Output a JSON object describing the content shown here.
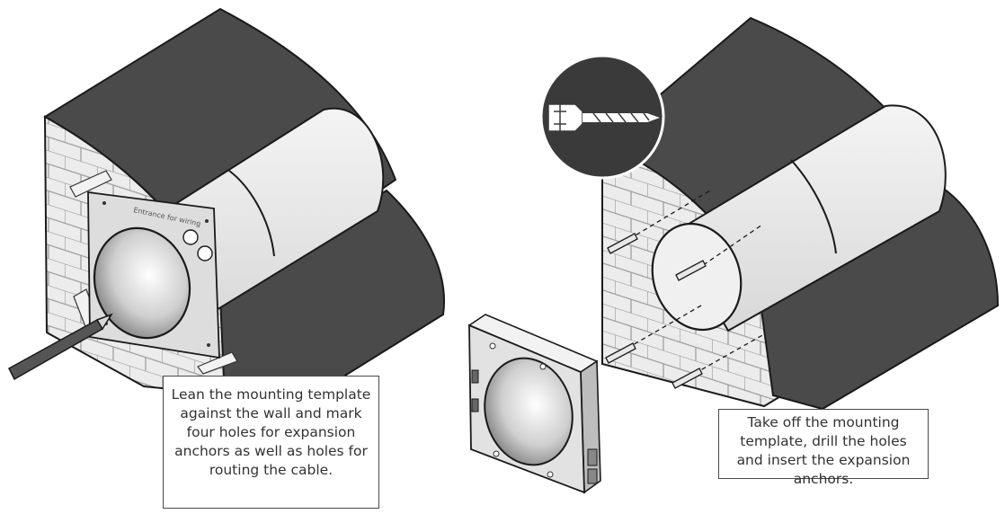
{
  "template_label": "Entrance for wiring",
  "caption_left": "Lean the mounting template against the wall and mark four holes for expansion anchors as well as holes for routing the cable.",
  "caption_right": "Take off the mounting template, drill the holes and insert the expansion anchors.",
  "icon": "drill-bit-icon",
  "colors": {
    "dark_gray": "#4a4a4a",
    "brick": "#ececec",
    "duct": "#ededed",
    "outline": "#1a1a1a",
    "circle": "#3a3a3a"
  }
}
